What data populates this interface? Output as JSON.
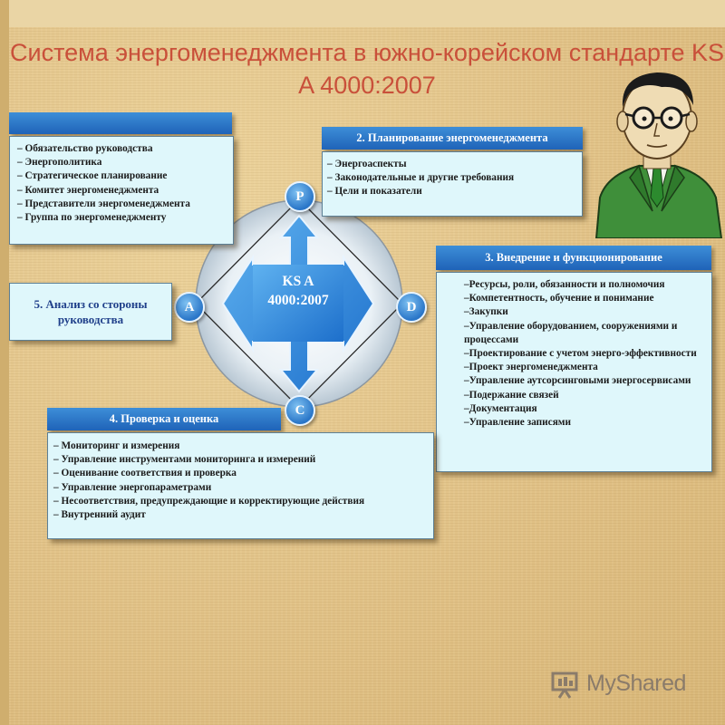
{
  "title": "Система энергоменеджмента в южно-корейском стандарте KS A 4000:2007",
  "colors": {
    "title": "#c9503a",
    "header_blue": "#1f63b8",
    "box_fill": "#dff7fb",
    "node_blue": "#2a76c8",
    "background": "#e6c98f"
  },
  "top_left_box": {
    "header": "",
    "items": [
      "Обязательство руководства",
      "Энергополитика",
      "Стратегическое планирование",
      "Комитет энергоменеджмента",
      "Представители энергоменеджмента",
      "Группа по энергоменеджменту"
    ]
  },
  "planning_box": {
    "header": "2. Планирование энергоменеджмента",
    "items": [
      "Энергоаспекты",
      "Законодательные и другие требования",
      "Цели и показатели"
    ]
  },
  "implementation_box": {
    "header": "3. Внедрение и функционирование",
    "items": [
      "Ресурсы, роли, обязанности и полномочия",
      "Компетентность, обучение и понимание",
      "Закупки",
      "Управление оборудованием, сооружениями и процессами",
      "Проектирование с учетом энерго-эффективности",
      "Проект энергоменеджмента",
      "Управление аутсорсинговыми энергосервисами",
      "Подержание связей",
      "Документация",
      "Управление записями"
    ]
  },
  "review_box": {
    "label": "5. Анализ со стороны руководства"
  },
  "checking_box": {
    "header": "4. Проверка и оценка",
    "items": [
      "Мониторинг и измерения",
      "Управление инструментами мониторинга и измерений",
      "Оценивание соответствия и проверка",
      "Управление энергопараметрами",
      "Несоответствия, предупреждающие и корректирующие действия",
      "Внутренний аудит"
    ]
  },
  "cycle": {
    "center_line1": "KS A",
    "center_line2": "4000:2007",
    "node_p": "P",
    "node_d": "D",
    "node_c": "C",
    "node_a": "A"
  },
  "illustration": "man-in-glasses-portrait",
  "watermark": {
    "text": "MyShared",
    "icon": "projector-screen-icon"
  }
}
